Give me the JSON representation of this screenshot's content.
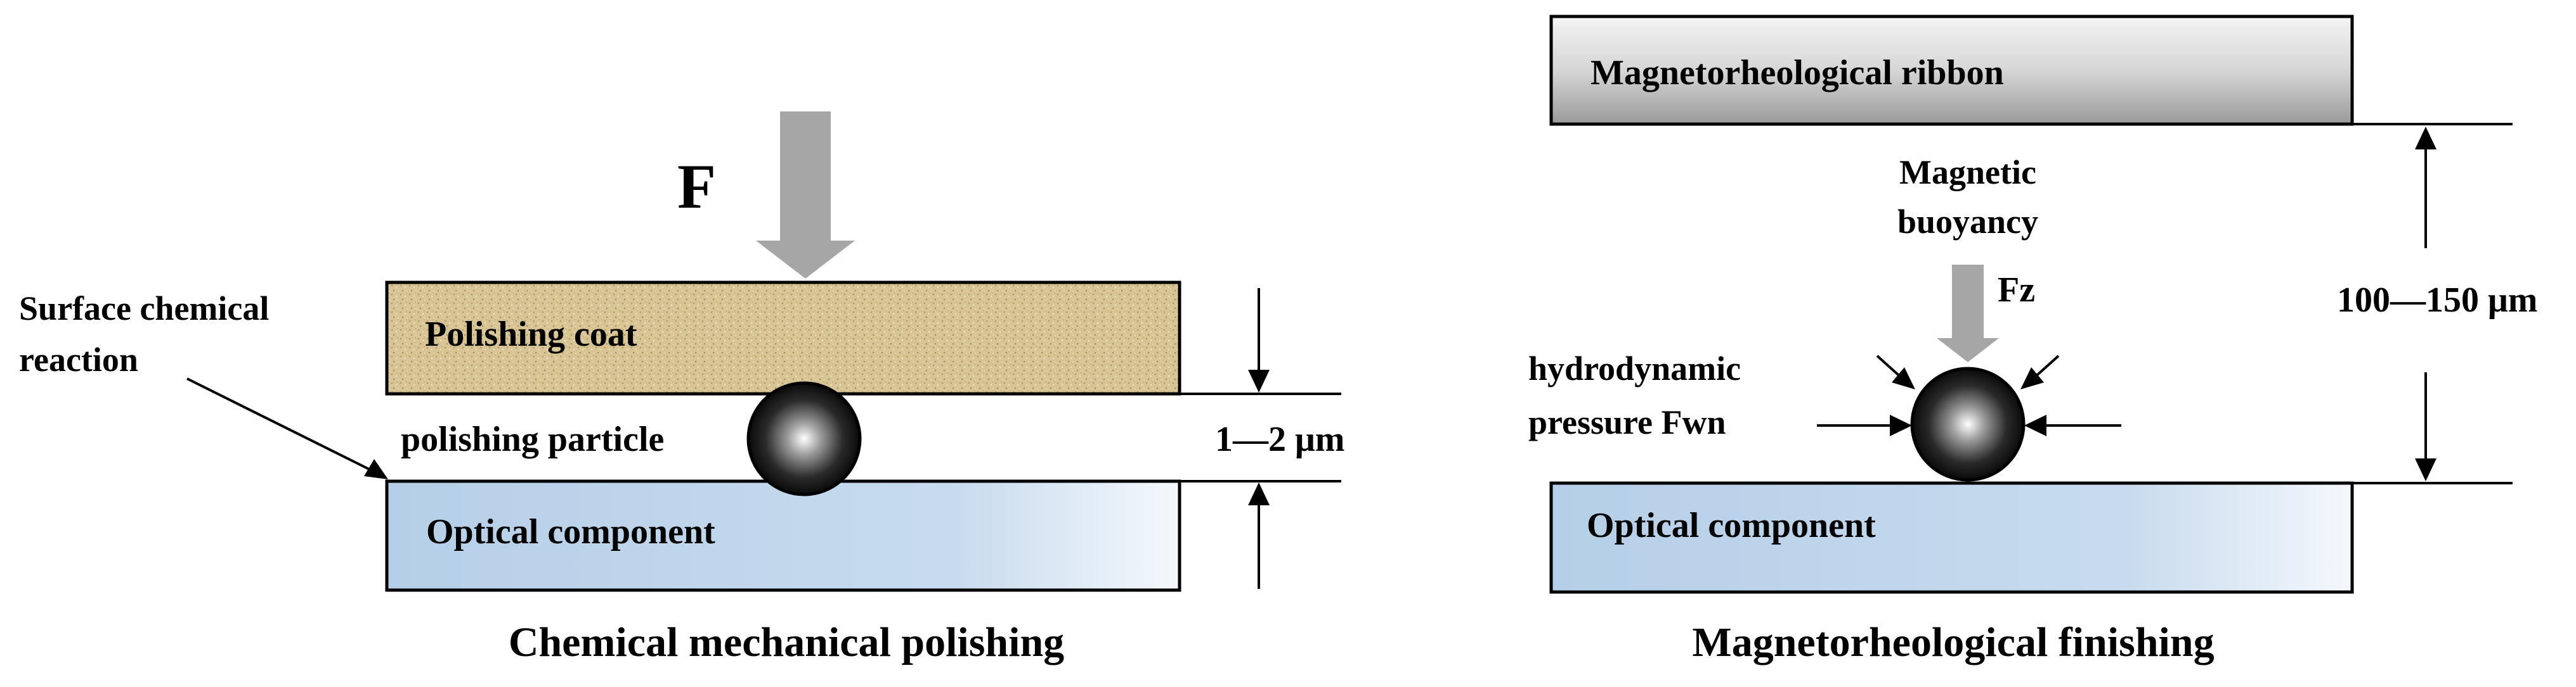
{
  "left": {
    "force_label": "F",
    "polishing_coat_label": "Polishing coat",
    "reaction_label_line1": "Surface chemical",
    "reaction_label_line2": "reaction",
    "particle_label": "polishing particle",
    "gap_label": "1—2 μm",
    "optical_label": "Optical component",
    "caption": "Chemical mechanical polishing"
  },
  "right": {
    "ribbon_label": "Magnetorheological ribbon",
    "buoyancy_line1": "Magnetic",
    "buoyancy_line2": "buoyancy",
    "fz_label": "Fz",
    "hydro_line1": "hydrodynamic",
    "hydro_line2": "pressure  Fwn",
    "gap_label": "100—150 μm",
    "optical_label": "Optical component",
    "caption": "Magnetorheological finishing"
  }
}
